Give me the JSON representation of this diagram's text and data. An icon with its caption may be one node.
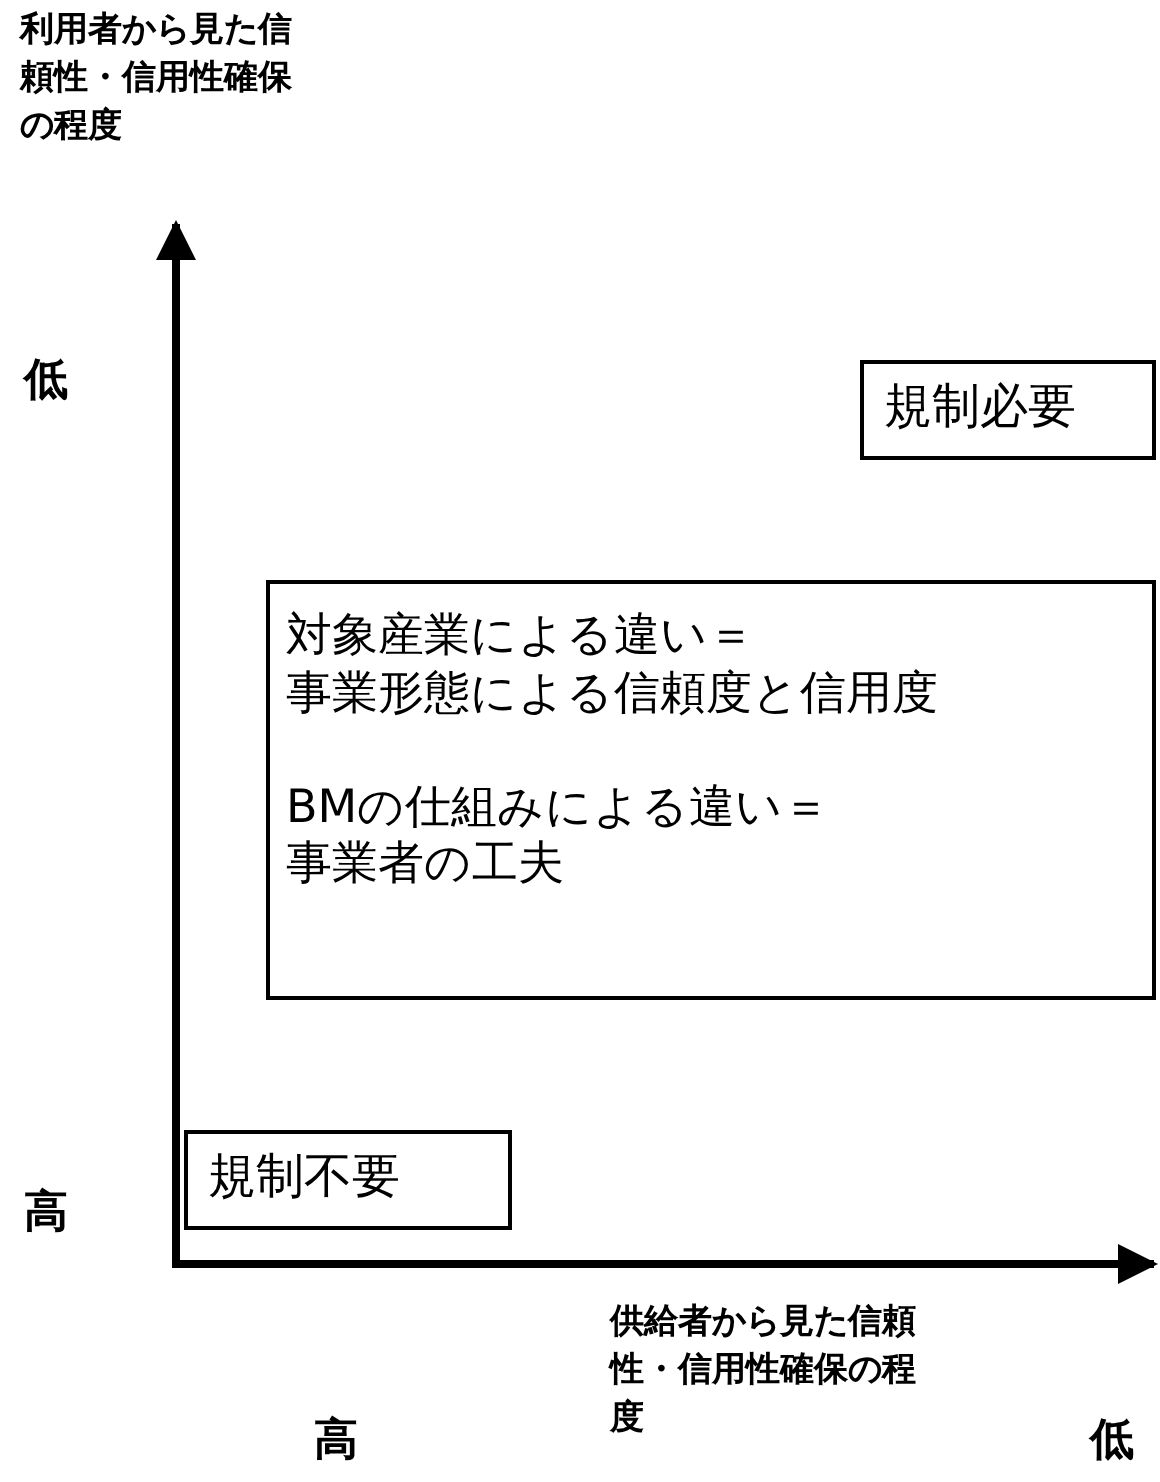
{
  "diagram": {
    "nodes": [
      {
        "text": [
          "規制必要"
        ]
      },
      {
        "text": [
          "対象産業による違い＝",
          "事業形態による信頼度と信用度",
          "BMの仕組みによる違い＝",
          "事業者の工夫"
        ]
      },
      {
        "text": [
          "規制不要"
        ]
      }
    ],
    "labels": [
      "利用者から見た信頼性・信用性確保の程度",
      "低",
      "高",
      "供給者から見た信頼性・信用性確保の程度",
      "高",
      "低"
    ]
  }
}
